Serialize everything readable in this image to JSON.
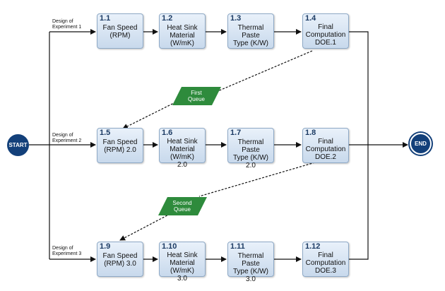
{
  "nodes": {
    "start": "START",
    "end": "END"
  },
  "rows": [
    {
      "label": "Design of\nExperiment 1",
      "steps": [
        {
          "num": "1.1",
          "text": "Fan Speed\n(RPM)"
        },
        {
          "num": "1.2",
          "text": "Heat Sink\nMaterial (W/mK)"
        },
        {
          "num": "1.3",
          "text": "Thermal Paste\nType (K/W)"
        },
        {
          "num": "1.4",
          "text": "Final\nComputation\nDOE.1"
        }
      ]
    },
    {
      "label": "Design of\nExperiment 2",
      "steps": [
        {
          "num": "1.5",
          "text": "Fan Speed\n(RPM) 2.0"
        },
        {
          "num": "1.6",
          "text": "Heat Sink\nMaterial (W/mK)\n2.0"
        },
        {
          "num": "1.7",
          "text": "Thermal Paste\nType (K/W) 2.0"
        },
        {
          "num": "1.8",
          "text": "Final\nComputation\nDOE.2"
        }
      ]
    },
    {
      "label": "Design of\nExperiment 3",
      "steps": [
        {
          "num": "1.9",
          "text": "Fan Speed\n(RPM) 3.0"
        },
        {
          "num": "1.10",
          "text": "Heat Sink\nMaterial (W/mK)\n3.0"
        },
        {
          "num": "1.11",
          "text": "Thermal Paste\nType (K/W) 3.0"
        },
        {
          "num": "1.12",
          "text": "Final\nComputation\nDOE.3"
        }
      ]
    }
  ],
  "queues": [
    {
      "text": "First\nQueue",
      "color": "#2e8b3c"
    },
    {
      "text": "Second\nQueue",
      "color": "#2e8b3c"
    }
  ],
  "colors": {
    "node_fill": "#13407a",
    "box_border": "#8ea9c6",
    "line": "#111111"
  }
}
